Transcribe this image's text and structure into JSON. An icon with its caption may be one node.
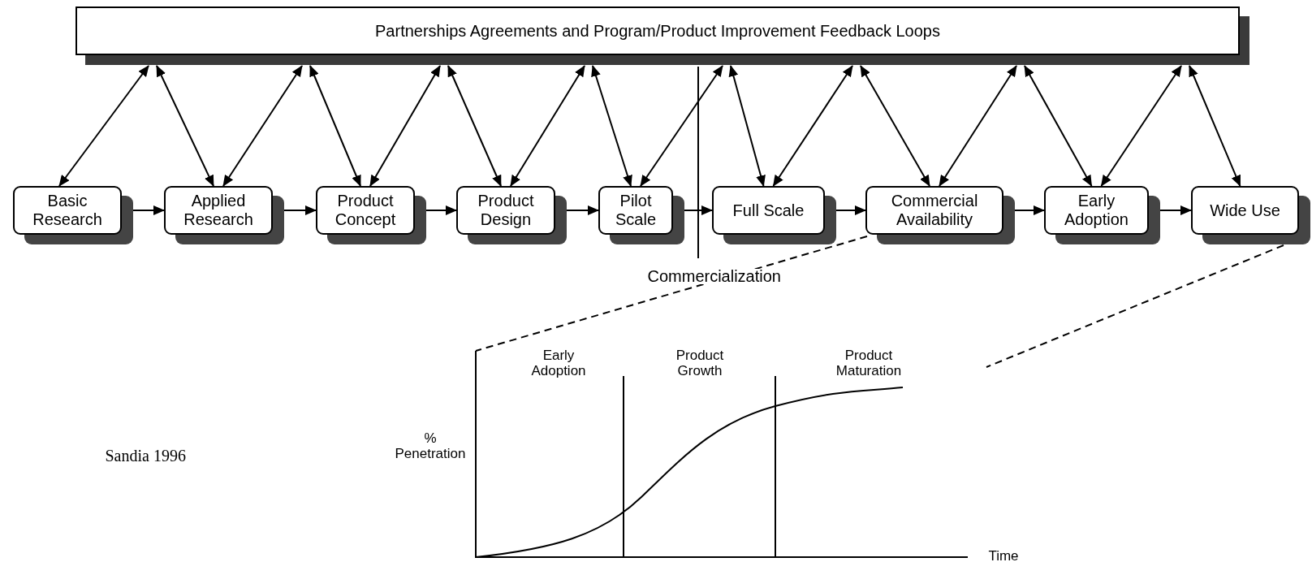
{
  "diagram": {
    "nodes": [
      {
        "text": [
          "Partnerships Agreements and Program/Product Improvement Feedback Loops"
        ]
      },
      {
        "text": [
          "Basic Research"
        ]
      },
      {
        "text": [
          "Applied Research"
        ]
      },
      {
        "text": [
          "Product Concept"
        ]
      },
      {
        "text": [
          "Product Design"
        ]
      },
      {
        "text": [
          "Pilot Scale"
        ]
      },
      {
        "text": [
          "Full Scale"
        ]
      },
      {
        "text": [
          "Commercial Availability"
        ]
      },
      {
        "text": [
          "Early Adoption"
        ]
      },
      {
        "text": [
          "Wide Use"
        ]
      }
    ],
    "edges": [
      {
        "from": 0,
        "to": 1,
        "arrow": "both"
      },
      {
        "from": 0,
        "to": 2,
        "arrow": "both"
      },
      {
        "from": 0,
        "to": 2,
        "arrow": "both"
      },
      {
        "from": 0,
        "to": 3,
        "arrow": "both"
      },
      {
        "from": 0,
        "to": 3,
        "arrow": "both"
      },
      {
        "from": 0,
        "to": 4,
        "arrow": "both"
      },
      {
        "from": 0,
        "to": 4,
        "arrow": "both"
      },
      {
        "from": 0,
        "to": 5,
        "arrow": "both"
      },
      {
        "from": 0,
        "to": 5,
        "arrow": "both"
      },
      {
        "from": 0,
        "to": 6,
        "arrow": "both"
      },
      {
        "from": 0,
        "to": 6,
        "arrow": "both"
      },
      {
        "from": 0,
        "to": 7,
        "arrow": "both"
      },
      {
        "from": 0,
        "to": 7,
        "arrow": "both"
      },
      {
        "from": 0,
        "to": 8,
        "arrow": "both"
      },
      {
        "from": 0,
        "to": 8,
        "arrow": "both"
      },
      {
        "from": 0,
        "to": 9,
        "arrow": "both"
      },
      {
        "from": 1,
        "to": 2,
        "arrow": "to"
      },
      {
        "from": 2,
        "to": 3,
        "arrow": "to"
      },
      {
        "from": 3,
        "to": 4,
        "arrow": "to"
      },
      {
        "from": 4,
        "to": 5,
        "arrow": "to"
      },
      {
        "from": 5,
        "to": 6,
        "arrow": "to"
      },
      {
        "from": 6,
        "to": 7,
        "arrow": "to"
      },
      {
        "from": 7,
        "to": 8,
        "arrow": "to"
      },
      {
        "from": 8,
        "to": 9,
        "arrow": "to"
      }
    ],
    "labels": [
      "Commercialization",
      "Early Adoption",
      "Product Growth",
      "Product Maturation",
      "% Penetration",
      "Sandia 1996",
      "Time"
    ]
  }
}
